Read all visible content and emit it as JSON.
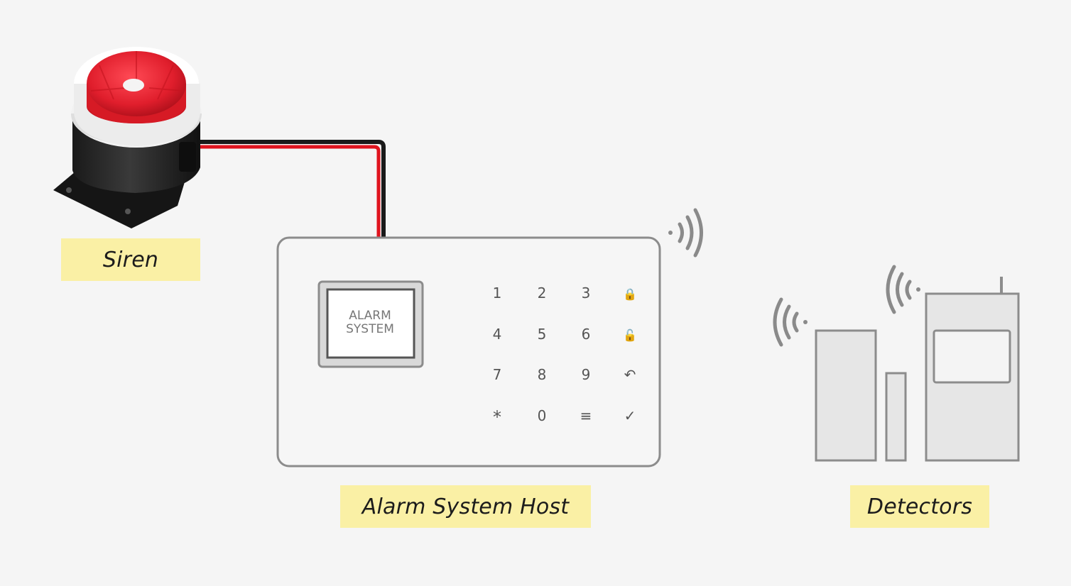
{
  "labels": {
    "siren": "Siren",
    "host": "Alarm System Host",
    "detectors": "Detectors"
  },
  "host_screen": {
    "line1": "ALARM",
    "line2": "SYSTEM"
  },
  "keypad": {
    "keys": [
      [
        "1",
        "2",
        "3",
        "🔒"
      ],
      [
        "4",
        "5",
        "6",
        "🔓"
      ],
      [
        "7",
        "8",
        "9",
        "↶"
      ],
      [
        "*",
        "0",
        "≡",
        "✓"
      ]
    ]
  },
  "icons": {
    "host_signal": "wifi-signal-icon",
    "door_sensor_signal": "wifi-signal-icon",
    "motion_detector_signal": "wifi-signal-icon"
  },
  "colors": {
    "background": "#f5f5f5",
    "label_background": "#faf0a5",
    "siren_red": "#e02230",
    "wire_red": "#e0141e",
    "device_outline": "#8c8c8c",
    "detector_fill": "#e6e6e6"
  }
}
